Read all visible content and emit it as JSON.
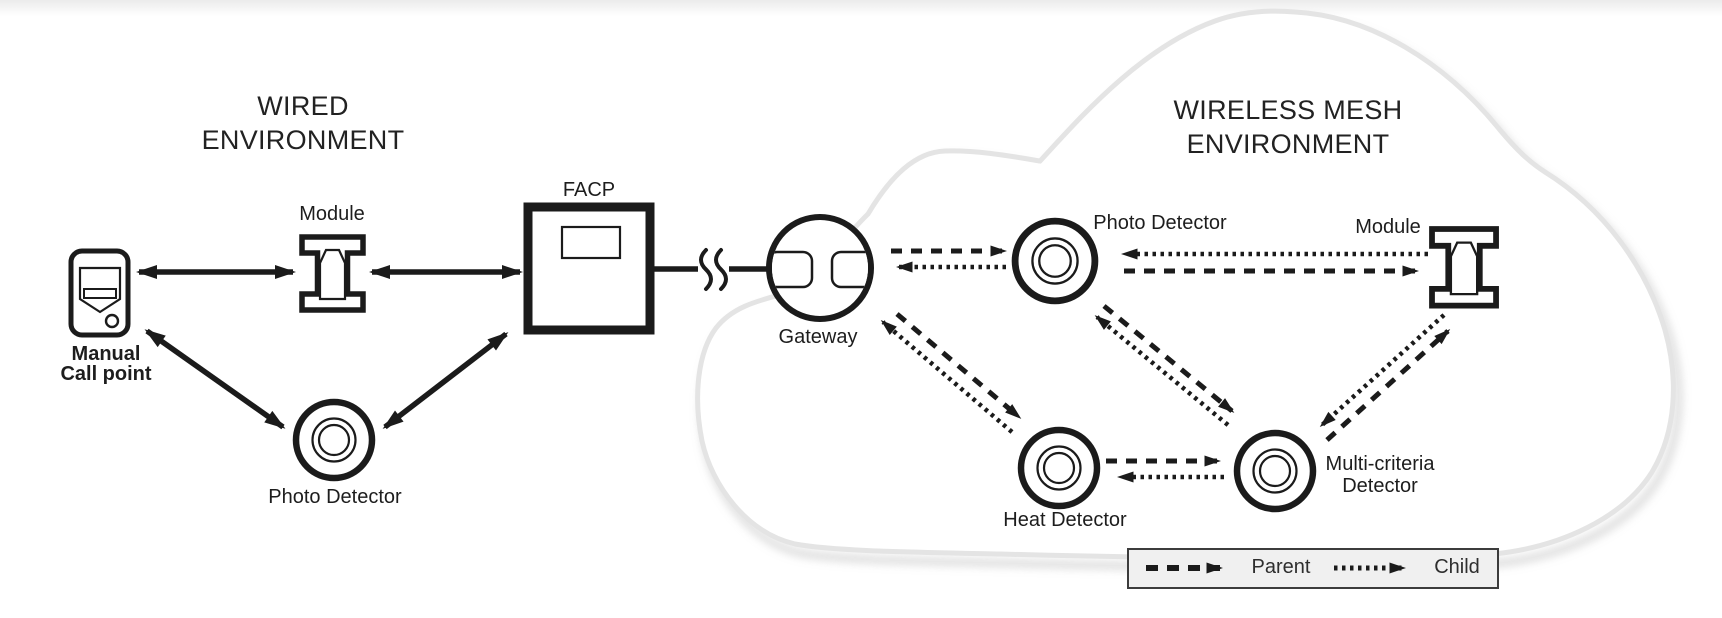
{
  "diagram": {
    "wired_zone": {
      "title_line1": "WIRED",
      "title_line2": "ENVIRONMENT",
      "nodes": {
        "manual_call_point": {
          "label_line1": "Manual",
          "label_line2": "Call point"
        },
        "module": {
          "label": "Module"
        },
        "facp": {
          "label": "FACP"
        },
        "photo_detector": {
          "label": "Photo Detector"
        }
      }
    },
    "wireless_zone": {
      "title_line1": "WIRELESS MESH",
      "title_line2": "ENVIRONMENT",
      "nodes": {
        "gateway": {
          "label": "Gateway"
        },
        "photo_detector": {
          "label": "Photo Detector"
        },
        "module": {
          "label": "Module"
        },
        "heat_detector": {
          "label": "Heat Detector"
        },
        "multi_criteria_detector": {
          "label_line1": "Multi-criteria",
          "label_line2": "Detector"
        }
      }
    },
    "legend": {
      "parent_label": "Parent",
      "child_label": "Child"
    },
    "edges": [
      {
        "from": "manual-call-point",
        "to": "module-wired",
        "type": "wired-bidirectional"
      },
      {
        "from": "module-wired",
        "to": "facp",
        "type": "wired-bidirectional"
      },
      {
        "from": "manual-call-point",
        "to": "photo-detector-wired",
        "type": "wired-bidirectional"
      },
      {
        "from": "photo-detector-wired",
        "to": "facp",
        "type": "wired-bidirectional"
      },
      {
        "from": "facp",
        "to": "gateway",
        "type": "wired-link-with-break"
      },
      {
        "from": "gateway",
        "to": "photo-detector-wireless",
        "type": "parent"
      },
      {
        "from": "photo-detector-wireless",
        "to": "gateway",
        "type": "child"
      },
      {
        "from": "photo-detector-wireless",
        "to": "module-wireless",
        "type": "parent"
      },
      {
        "from": "module-wireless",
        "to": "photo-detector-wireless",
        "type": "child"
      },
      {
        "from": "gateway",
        "to": "heat-detector",
        "type": "parent"
      },
      {
        "from": "heat-detector",
        "to": "gateway",
        "type": "child"
      },
      {
        "from": "photo-detector-wireless",
        "to": "multi-criteria-detector",
        "type": "parent"
      },
      {
        "from": "multi-criteria-detector",
        "to": "photo-detector-wireless",
        "type": "child"
      },
      {
        "from": "heat-detector",
        "to": "multi-criteria-detector",
        "type": "parent"
      },
      {
        "from": "multi-criteria-detector",
        "to": "heat-detector",
        "type": "child"
      },
      {
        "from": "multi-criteria-detector",
        "to": "module-wireless",
        "type": "parent"
      },
      {
        "from": "module-wireless",
        "to": "multi-criteria-detector",
        "type": "child"
      }
    ],
    "colors": {
      "ink": "#1b1b1b",
      "cloud_edge": "#e4e4e4",
      "cloud_shadow": "#bfbfbf",
      "legend_bg": "#f0f0f0"
    }
  }
}
